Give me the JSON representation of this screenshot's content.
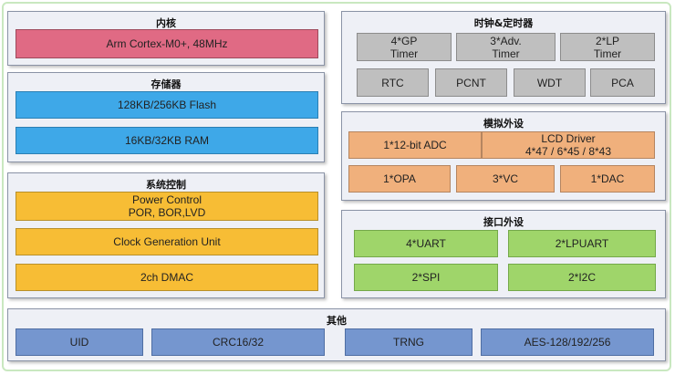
{
  "core": {
    "title": "内核",
    "items": [
      "Arm Cortex-M0+, 48MHz"
    ]
  },
  "memory": {
    "title": "存储器",
    "items": [
      "128KB/256KB Flash",
      "16KB/32KB RAM"
    ]
  },
  "system": {
    "title": "系统控制",
    "power_line1": "Power Control",
    "power_line2": "POR, BOR,LVD",
    "clock": "Clock Generation Unit",
    "dma": "2ch DMAC"
  },
  "timers": {
    "title": "时钟&定时器",
    "gp_line1": "4*GP",
    "gp_line2": "Timer",
    "adv_line1": "3*Adv.",
    "adv_line2": "Timer",
    "lp_line1": "2*LP",
    "lp_line2": "Timer",
    "rtc": "RTC",
    "pcnt": "PCNT",
    "wdt": "WDT",
    "pca": "PCA"
  },
  "analog": {
    "title": "模拟外设",
    "adc": "1*12-bit ADC",
    "lcd_line1": "LCD Driver",
    "lcd_line2": "4*47 / 6*45 / 8*43",
    "opa": "1*OPA",
    "vc": "3*VC",
    "dac": "1*DAC"
  },
  "interface": {
    "title": "接口外设",
    "uart": "4*UART",
    "lpuart": "2*LPUART",
    "spi": "2*SPI",
    "i2c": "2*I2C"
  },
  "other": {
    "title": "其他",
    "uid": "UID",
    "crc": "CRC16/32",
    "trng": "TRNG",
    "aes": "AES-128/192/256"
  }
}
